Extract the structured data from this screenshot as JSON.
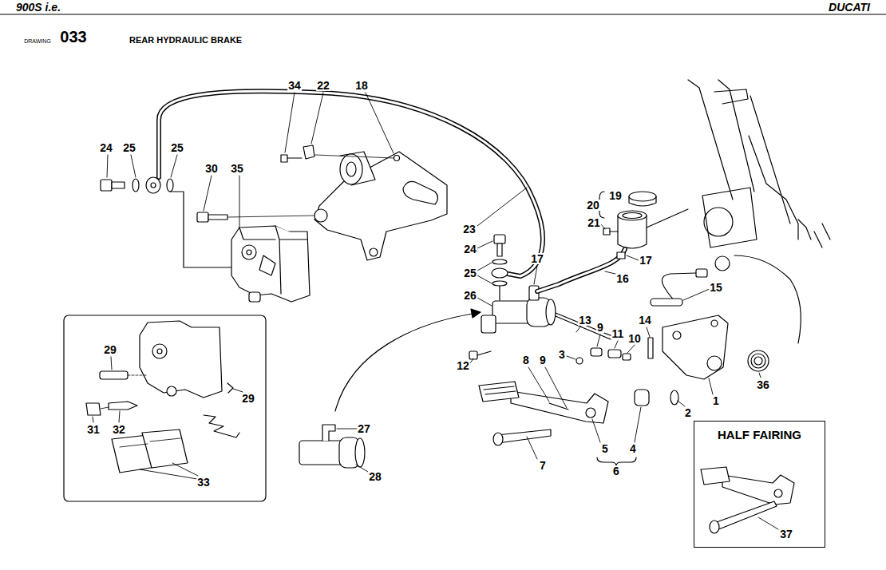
{
  "diagram": {
    "title": "REAR HYDRAULIC BRAKE",
    "nodes": [
      {
        "text": [
          "HALF FAIRING"
        ]
      }
    ],
    "edges": [],
    "labels": [
      "900S i.e.",
      "DUCATI",
      "DRAWING",
      "033",
      "34",
      "22",
      "18",
      "24",
      "25",
      "25",
      "30",
      "35",
      "20",
      "19",
      "21",
      "23",
      "24",
      "17",
      "17",
      "25",
      "16",
      "15",
      "26",
      "13",
      "14",
      "9",
      "11",
      "10",
      "29",
      "3",
      "8",
      "9",
      "12",
      "36",
      "29",
      "1",
      "2",
      "27",
      "31",
      "32",
      "5",
      "4",
      "6",
      "7",
      "28",
      "33",
      "37"
    ]
  }
}
